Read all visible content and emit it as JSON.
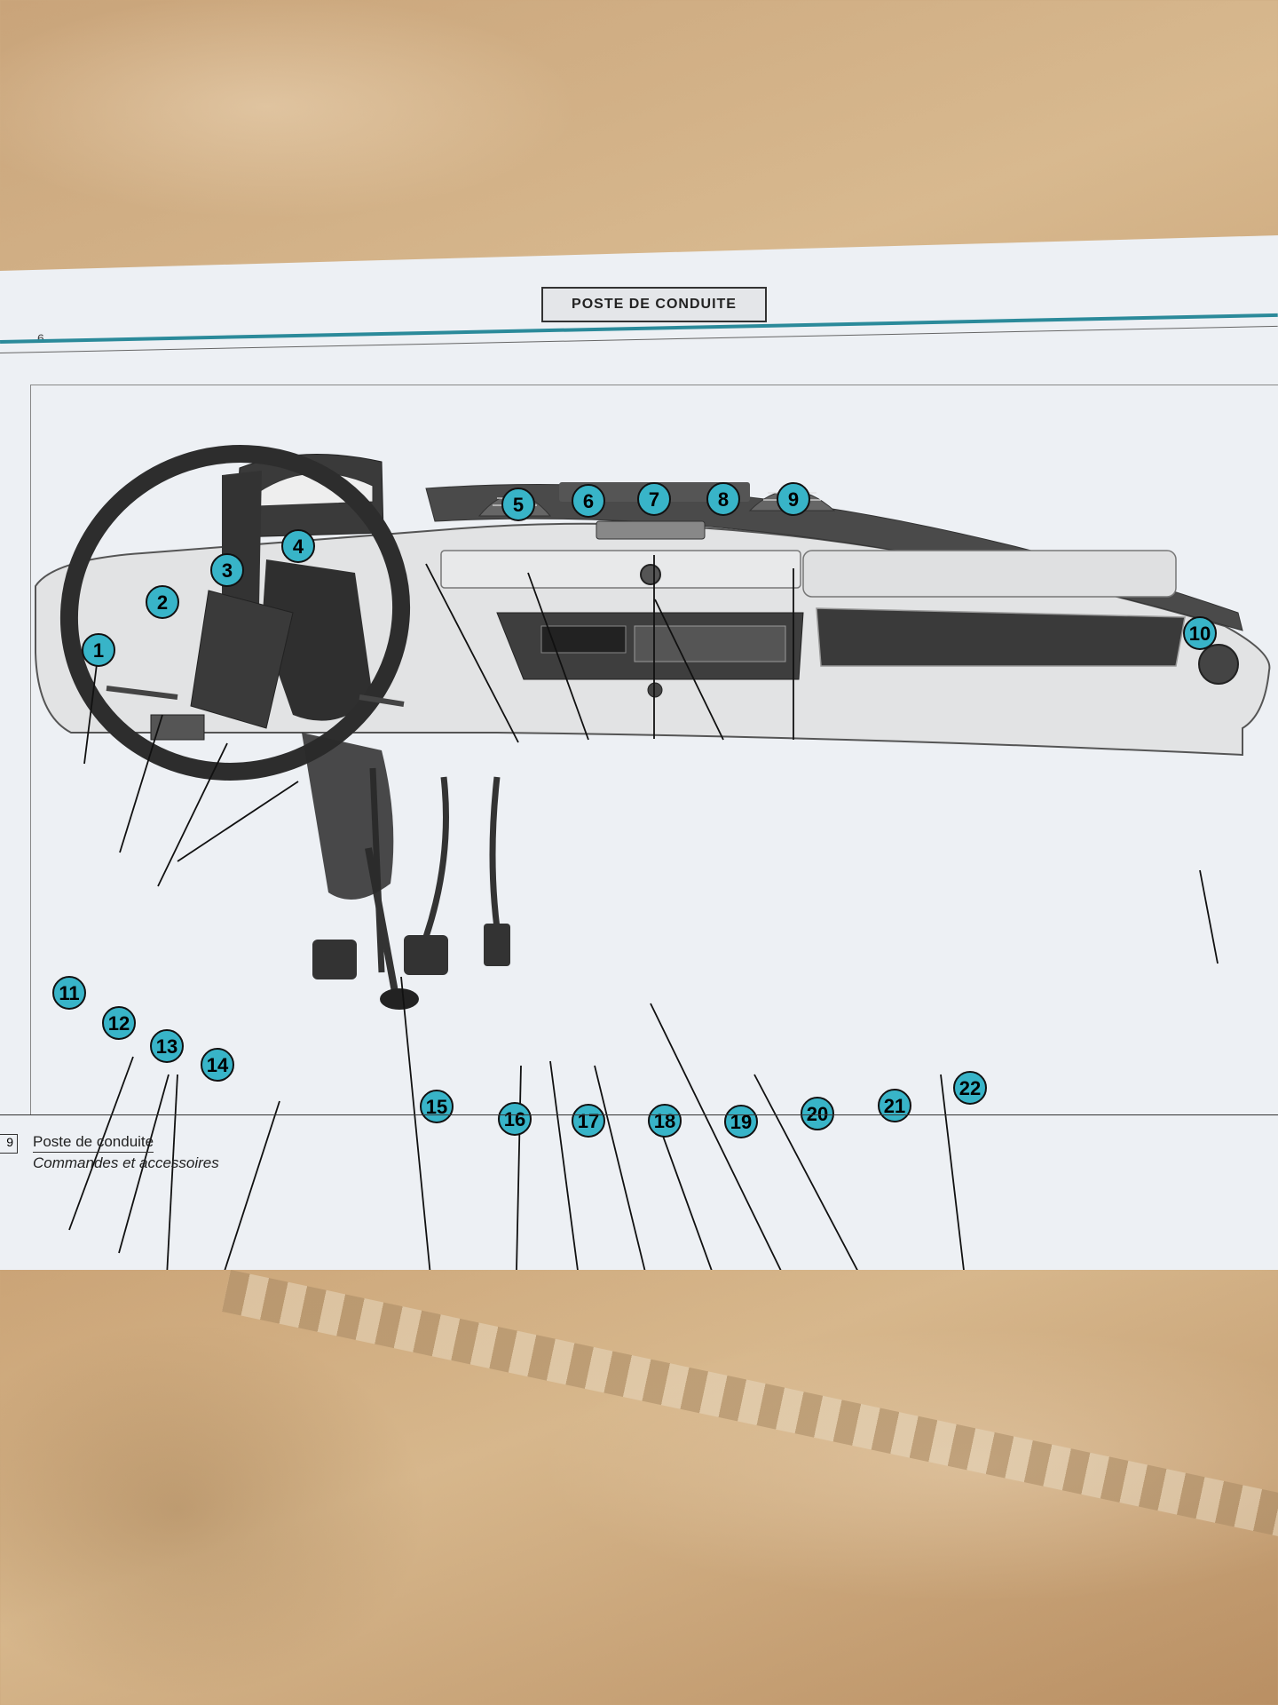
{
  "page": {
    "number": "6",
    "section_title": "POSTE DE CONDUITE"
  },
  "figure": {
    "callouts": [
      "1",
      "2",
      "3",
      "4",
      "5",
      "6",
      "7",
      "8",
      "9",
      "10",
      "11",
      "12",
      "13",
      "14",
      "15",
      "16",
      "17",
      "18",
      "19",
      "20",
      "21",
      "22"
    ],
    "accent_color": "#38b4c8"
  },
  "caption": {
    "number": "9",
    "title": "Poste de conduite",
    "subtitle": "Commandes et accessoires"
  }
}
